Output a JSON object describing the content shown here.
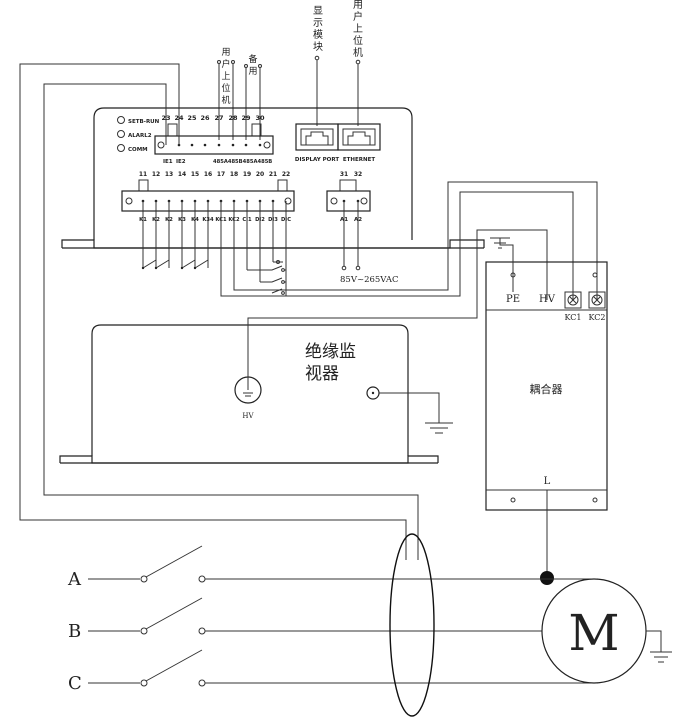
{
  "top_labels": {
    "display_module": "显示模块",
    "host_computer": "用户上位机",
    "host_computer_small": "用户上位机",
    "reserved": "备用"
  },
  "controller": {
    "leds": [
      "SETB-RUN",
      "ALARL2",
      "COMM"
    ],
    "top_pins": [
      "23",
      "24",
      "25",
      "26",
      "27",
      "28",
      "29",
      "30"
    ],
    "ie_labels": [
      "IE1",
      "IE2"
    ],
    "rs485_label": "485A485B485A485B",
    "display_port": "DISPLAY PORT",
    "ethernet": "ETHERNET",
    "bottom_pins": [
      "11",
      "12",
      "13",
      "14",
      "15",
      "16",
      "17",
      "18",
      "19",
      "20",
      "21",
      "22"
    ],
    "bottom_terms": [
      "K1",
      "K2",
      "K2",
      "K3",
      "K4",
      "K34",
      "KC1",
      "KC2",
      "CI1",
      "DI2",
      "DI3",
      "DIC"
    ],
    "power_pins": [
      "31",
      "32"
    ],
    "power_terms": [
      "A1",
      "A2"
    ],
    "supply": "85V~265VAC"
  },
  "monitor": {
    "title_line1": "绝缘监",
    "title_line2": "视器",
    "hv_label": "HV"
  },
  "coupler": {
    "title": "耦合器",
    "pe": "PE",
    "hv": "HV",
    "kc1": "KC1",
    "kc2": "KC2",
    "l": "L"
  },
  "phases": [
    "A",
    "B",
    "C"
  ],
  "motor": "M"
}
